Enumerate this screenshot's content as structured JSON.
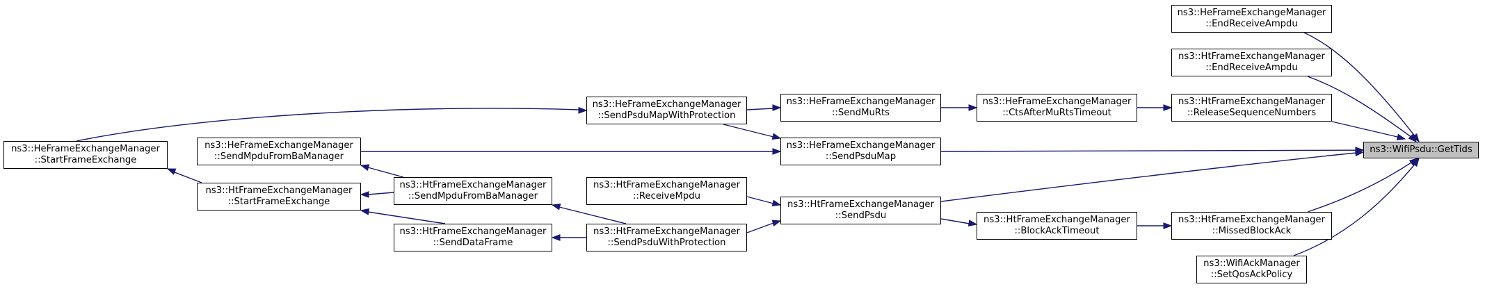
{
  "graph": {
    "edge_color": "#191970",
    "root_fill": "#bfbfbf",
    "nodes": {
      "root": [
        "ns3::WifiPsdu::GetTids"
      ],
      "he_end_receive_ampdu": [
        "ns3::HeFrameExchangeManager",
        "::EndReceiveAmpdu"
      ],
      "ht_end_receive_ampdu": [
        "ns3::HtFrameExchangeManager",
        "::EndReceiveAmpdu"
      ],
      "ht_release_seq": [
        "ns3::HtFrameExchangeManager",
        "::ReleaseSequenceNumbers"
      ],
      "he_send_psdu_map": [
        "ns3::HeFrameExchangeManager",
        "::SendPsduMap"
      ],
      "ht_send_psdu": [
        "ns3::HtFrameExchangeManager",
        "::SendPsdu"
      ],
      "ht_missed_block_ack": [
        "ns3::HtFrameExchangeManager",
        "::MissedBlockAck"
      ],
      "wifi_set_qos_ack": [
        "ns3::WifiAckManager",
        "::SetQosAckPolicy"
      ],
      "he_cts_after_murts": [
        "ns3::HeFrameExchangeManager",
        "::CtsAfterMuRtsTimeout"
      ],
      "he_send_murts": [
        "ns3::HeFrameExchangeManager",
        "::SendMuRts"
      ],
      "he_send_psdu_map_prot": [
        "ns3::HeFrameExchangeManager",
        "::SendPsduMapWithProtection"
      ],
      "he_start_frame_exchange": [
        "ns3::HeFrameExchangeManager",
        "::StartFrameExchange"
      ],
      "he_send_mpdu_from_ba": [
        "ns3::HeFrameExchangeManager",
        "::SendMpduFromBaManager"
      ],
      "ht_send_mpdu_from_ba": [
        "ns3::HtFrameExchangeManager",
        "::SendMpduFromBaManager"
      ],
      "ht_start_frame_exchange": [
        "ns3::HtFrameExchangeManager",
        "::StartFrameExchange"
      ],
      "ht_receive_mpdu": [
        "ns3::HtFrameExchangeManager",
        "::ReceiveMpdu"
      ],
      "ht_send_psdu_prot": [
        "ns3::HtFrameExchangeManager",
        "::SendPsduWithProtection"
      ],
      "ht_send_data_frame": [
        "ns3::HtFrameExchangeManager",
        "::SendDataFrame"
      ],
      "ht_block_ack_timeout": [
        "ns3::HtFrameExchangeManager",
        "::BlockAckTimeout"
      ]
    }
  }
}
